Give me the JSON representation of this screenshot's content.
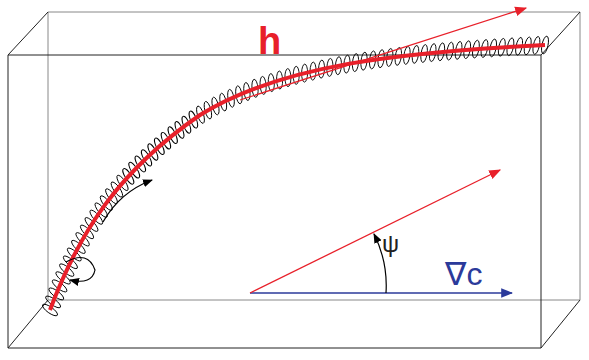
{
  "diagram": {
    "labels": [
      "h",
      "ψ",
      "∇c"
    ]
  }
}
